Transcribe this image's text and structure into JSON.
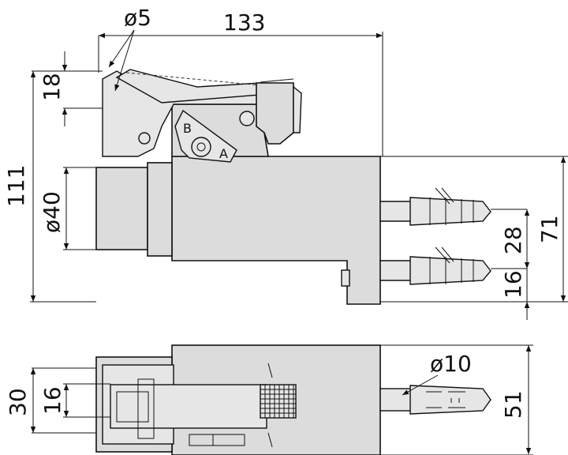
{
  "dimensions": {
    "dia5": "ø5",
    "len133": "133",
    "h18": "18",
    "h111": "111",
    "dia40": "ø40",
    "h28": "28",
    "h71": "71",
    "h16_side": "16",
    "h30": "30",
    "h16_top": "16",
    "dia10": "ø10",
    "h51": "51"
  },
  "labels": {
    "b": "B",
    "a": "A"
  }
}
